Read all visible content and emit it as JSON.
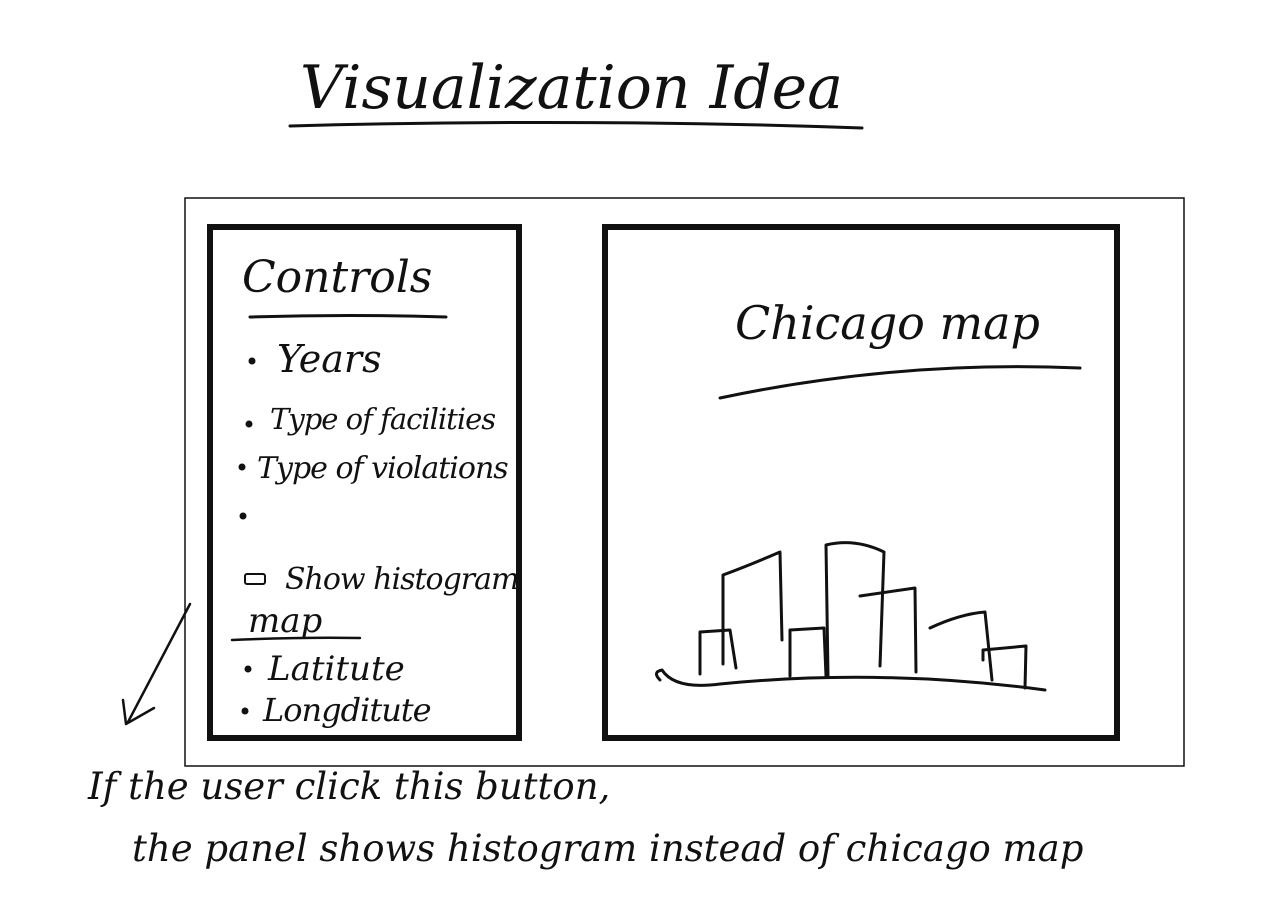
{
  "title": "Visualization Idea",
  "controls_panel": {
    "heading": "Controls",
    "items": [
      "Years",
      "Type of facilities",
      "Type of violations",
      ""
    ],
    "checkbox_label": "Show histogram",
    "map_section": {
      "heading": "map",
      "items": [
        "Latitute",
        "Longditute"
      ]
    }
  },
  "map_panel": {
    "heading": "Chicago map"
  },
  "annotation": {
    "line1": "If the user click this button,",
    "line2": "the panel shows histogram instead of chicago map"
  },
  "colors": {
    "ink": "#111111",
    "paper": "#ffffff"
  }
}
